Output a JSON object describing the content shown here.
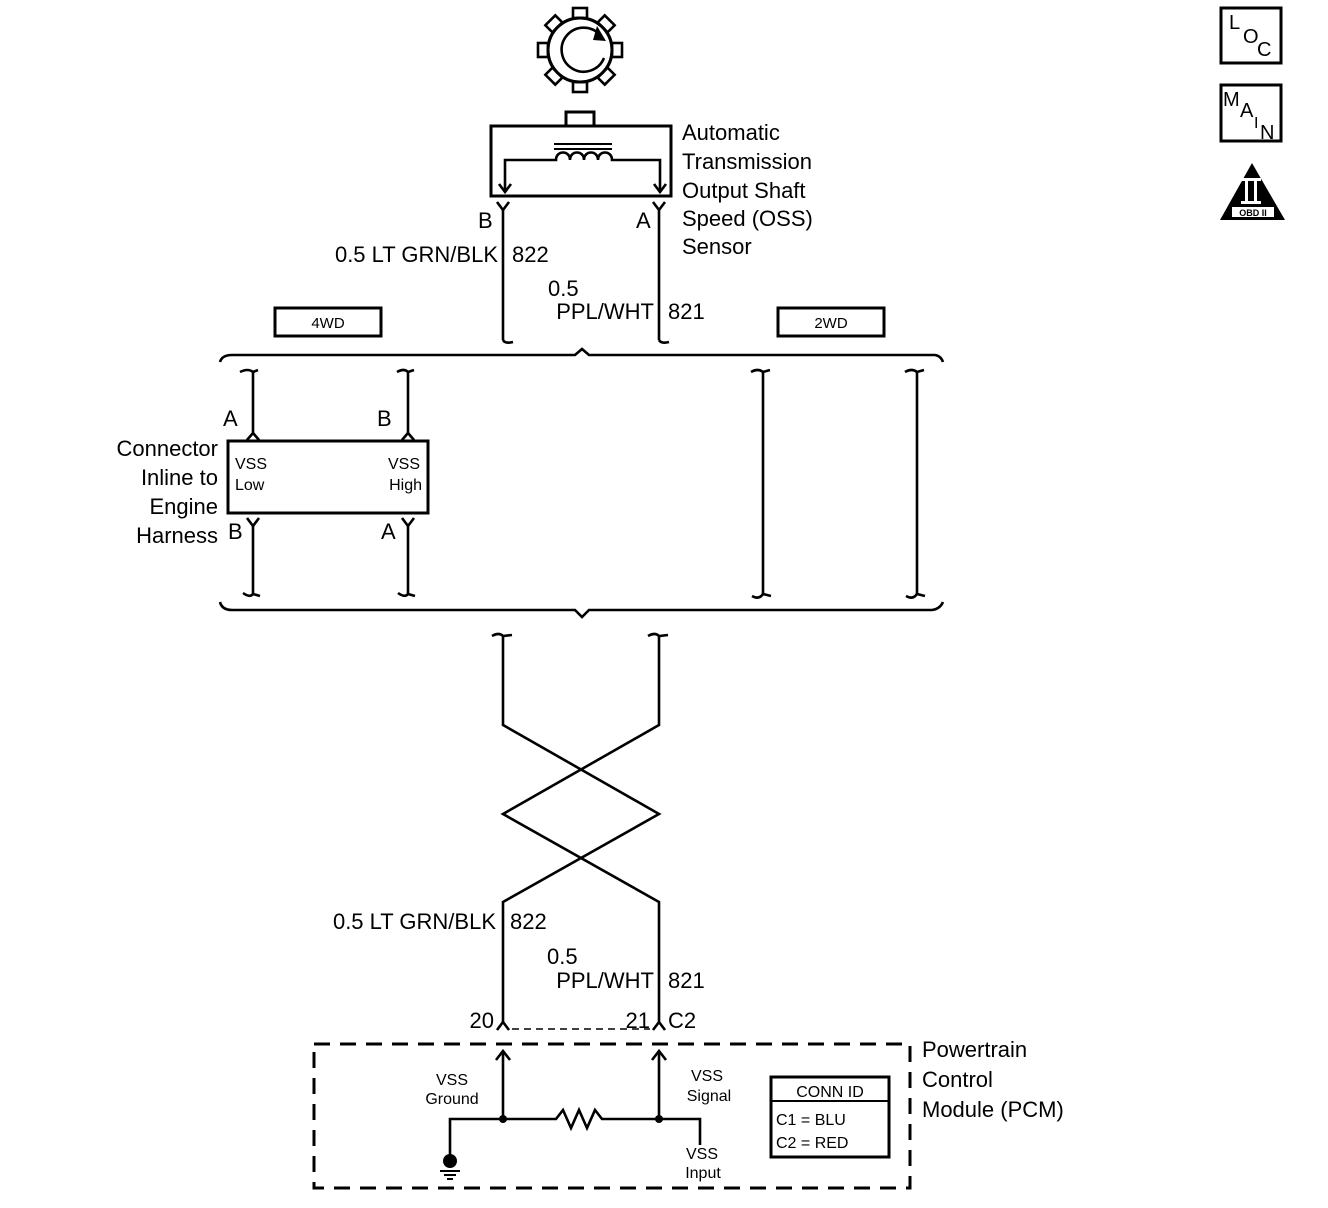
{
  "icons": {
    "loc": {
      "line1": "L",
      "line2": "O",
      "line3": "C"
    },
    "main": {
      "l1": "M",
      "l2": "A",
      "l3": "I",
      "l4": "N"
    },
    "obd": {
      "numeral": "II",
      "label": "OBD II"
    }
  },
  "sensor": {
    "title_lines": [
      "Automatic",
      "Transmission",
      "Output Shaft",
      "Speed (OSS)",
      "Sensor"
    ],
    "pin_b": "B",
    "pin_a": "A"
  },
  "wires_top": {
    "left": {
      "label": "0.5 LT GRN/BLK",
      "circuit": "822"
    },
    "right": {
      "size": "0.5",
      "label": "PPL/WHT",
      "circuit": "821"
    }
  },
  "options": {
    "left": "4WD",
    "right": "2WD"
  },
  "inline_connector": {
    "title_lines": [
      "Connector",
      "Inline to",
      "Engine",
      "Harness"
    ],
    "top_left_pin": "A",
    "top_right_pin": "B",
    "bottom_left_pin": "B",
    "bottom_right_pin": "A",
    "left_label": [
      "VSS",
      "Low"
    ],
    "right_label": [
      "VSS",
      "High"
    ]
  },
  "wires_bottom": {
    "left": {
      "label": "0.5 LT GRN/BLK",
      "circuit": "822"
    },
    "right": {
      "size": "0.5",
      "label": "PPL/WHT",
      "circuit": "821"
    }
  },
  "pcm": {
    "pin_left": "20",
    "pin_right": "21",
    "connector": "C2",
    "title_lines": [
      "Powertrain",
      "Control",
      "Module (PCM)"
    ],
    "vss_ground": [
      "VSS",
      "Ground"
    ],
    "vss_signal": [
      "VSS",
      "Signal"
    ],
    "vss_input": [
      "VSS",
      "Input"
    ],
    "conn_id": {
      "header": "CONN ID",
      "rows": [
        "C1 = BLU",
        "C2 = RED"
      ]
    }
  }
}
